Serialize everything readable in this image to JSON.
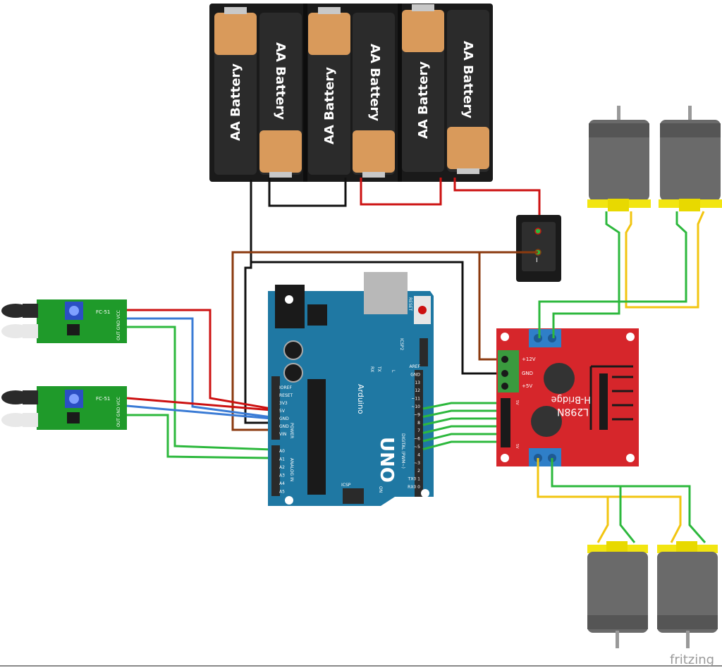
{
  "battery": {
    "cells": [
      {
        "label": "AA Battery"
      },
      {
        "label": "AA Battery"
      },
      {
        "label": "AA Battery"
      },
      {
        "label": "AA Battery"
      },
      {
        "label": "AA Battery"
      },
      {
        "label": "AA Battery"
      }
    ]
  },
  "switch": {
    "label": "I"
  },
  "sensors": [
    {
      "model": "FC-51",
      "pins": "OUT GND VCC"
    },
    {
      "model": "FC-51",
      "pins": "OUT GND VCC"
    }
  ],
  "arduino": {
    "name": "Arduino",
    "model": "UNO",
    "reset": "RESET",
    "icsp2": "ICSP2",
    "icsp": "ICSP",
    "on": "ON",
    "tx": "TX",
    "rx": "RX",
    "l": "L",
    "power_label": "POWER",
    "analog_label": "ANALOG IN",
    "digital_label": "DIGITAL (PWM~)",
    "power_pins": [
      "IOREF",
      "RESET",
      "3V3",
      "5V",
      "GND",
      "GND",
      "VIN"
    ],
    "analog_pins": [
      "A0",
      "A1",
      "A2",
      "A3",
      "A4",
      "A5"
    ],
    "digital_pins": [
      "AREF",
      "GND",
      "13",
      "12",
      "~11",
      "~10",
      "~9",
      "8",
      "7",
      "~6",
      "~5",
      "4",
      "~3",
      "2",
      "TX0 1",
      "RX0 0"
    ]
  },
  "driver": {
    "name": "L298N",
    "subtitle": "H-Bridge",
    "pins": [
      "+12V",
      "GND",
      "+5V"
    ],
    "en_a": "5V",
    "en_b": "5V"
  },
  "brand": {
    "text": "fritzing"
  },
  "colors": {
    "wire_red": "#cc1111",
    "wire_black": "#111111",
    "wire_brown": "#8b3a0f",
    "wire_blue": "#3a7bd5",
    "wire_green": "#2db83d",
    "wire_yellow": "#f2c511",
    "arduino_blue": "#1f78a3",
    "driver_red": "#d6262b",
    "sensor_green": "#1f9a2a"
  }
}
